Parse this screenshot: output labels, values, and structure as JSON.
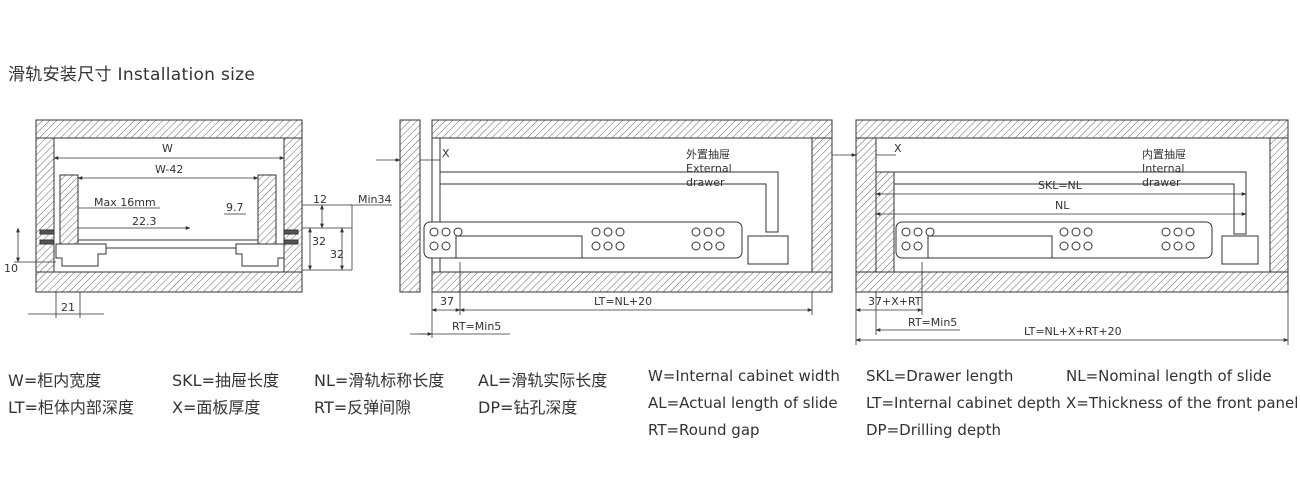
{
  "title": "滑轨安装尺寸 Installation size",
  "diagram1": {
    "w": "W",
    "w42": "W-42",
    "max16": "Max 16mm",
    "d22": "22.3",
    "d97": "9.7",
    "d12": "12",
    "d32a": "32",
    "d32b": "32",
    "min34": "Min34",
    "d10": "10",
    "d21": "21"
  },
  "diagram2": {
    "x": "X",
    "drawer_cn": "外置抽屉",
    "drawer_en1": "External",
    "drawer_en2": "drawer",
    "d37": "37",
    "lt": "LT=NL+20",
    "rt": "RT=Min5"
  },
  "diagram3": {
    "x": "X",
    "drawer_cn": "内置抽屉",
    "drawer_en1": "Internal",
    "drawer_en2": "drawer",
    "skl": "SKL=NL",
    "nl": "NL",
    "d37": "37+X+RT",
    "rt": "RT=Min5",
    "lt": "LT=NL+X+RT+20"
  },
  "legend_cn": {
    "row1": [
      "W=柜内宽度",
      "SKL=抽屉长度",
      "NL=滑轨标称长度",
      "AL=滑轨实际长度"
    ],
    "row2": [
      "LT=柜体内部深度",
      "X=面板厚度",
      "RT=反弹间隙",
      "DP=钻孔深度"
    ]
  },
  "legend_en": {
    "row1": [
      "W=Internal cabinet width",
      "SKL=Drawer length",
      "NL=Nominal length of slide"
    ],
    "row2": [
      "AL=Actual length of slide",
      "LT=Internal cabinet depth",
      "X=Thickness of the front panel"
    ],
    "row3": [
      "RT=Round gap",
      "DP=Drilling depth"
    ]
  }
}
